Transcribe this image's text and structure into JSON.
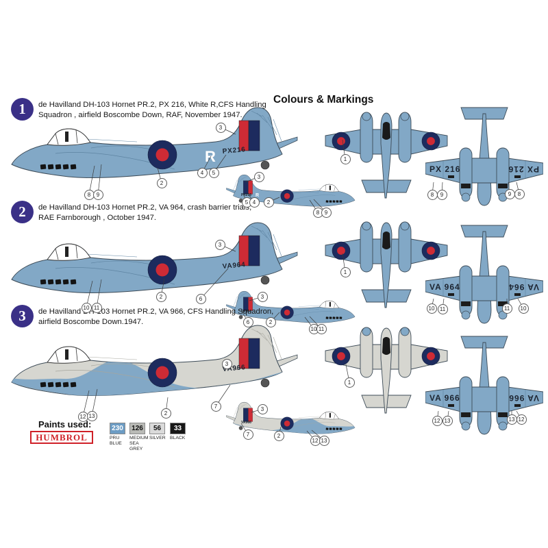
{
  "title": "Colours & Markings",
  "badge_color": "#3a3087",
  "colors": {
    "airframe_blue": "#82a8c6",
    "grey": "#d6d6d0",
    "outline": "#3c4a56",
    "panel_blue": "#5e84a2",
    "panel_grey": "#a6a69e",
    "roundel_blue": "#1d2b5e",
    "roundel_red": "#ce2b35",
    "flash_red": "#ce2b35",
    "flash_blue": "#1d2b5e",
    "canopy_dark": "#1a1a1a",
    "serial_dark": "#1c2430"
  },
  "schemes": [
    {
      "number": "1",
      "lines": [
        "de Havilland DH-103 Hornet PR.2, PX 216, White R,CFS Handling",
        "Squadron , airfield Boscombe Down, RAF, November 1947."
      ],
      "serial": "PX216",
      "code_letter": "R",
      "underside": "PX 216",
      "upper": "#82a8c6",
      "belly": "#82a8c6",
      "two_tone": false,
      "callouts": [
        [
          "3",
          322,
          186,
          344,
          196
        ],
        [
          "2",
          236,
          267,
          230,
          245
        ],
        [
          "4",
          295,
          252,
          308,
          228
        ],
        [
          "5",
          312,
          252,
          330,
          226
        ],
        [
          "8",
          130,
          284,
          138,
          242
        ],
        [
          "9",
          143,
          284,
          148,
          240
        ],
        [
          "3",
          378,
          258,
          358,
          266
        ],
        [
          "5",
          360,
          295,
          355,
          283
        ],
        [
          "4",
          371,
          295,
          362,
          283
        ],
        [
          "2",
          392,
          295,
          408,
          288
        ],
        [
          "8",
          464,
          310,
          452,
          292
        ],
        [
          "9",
          476,
          310,
          458,
          291
        ],
        [
          "1",
          504,
          232,
          500,
          204
        ],
        [
          "8",
          631,
          284,
          633,
          266
        ],
        [
          "9",
          645,
          284,
          646,
          266
        ],
        [
          "9",
          744,
          283,
          742,
          266
        ],
        [
          "8",
          758,
          283,
          754,
          266
        ]
      ]
    },
    {
      "number": "2",
      "lines": [
        "de Havilland DH-103 Hornet PR.2, VA 964,  crash barrier trials,",
        "RAE Farnborough , October 1947."
      ],
      "serial": "VA964",
      "code_letter": "",
      "underside": "VA 964",
      "upper": "#82a8c6",
      "belly": "#82a8c6",
      "two_tone": false,
      "callouts": [
        [
          "3",
          321,
          357,
          344,
          367
        ],
        [
          "6",
          293,
          436,
          333,
          392
        ],
        [
          "2",
          235,
          433,
          240,
          407
        ],
        [
          "10",
          126,
          449,
          135,
          410
        ],
        [
          "11",
          141,
          449,
          148,
          408
        ],
        [
          "3",
          383,
          433,
          364,
          439
        ],
        [
          "6",
          362,
          470,
          352,
          453
        ],
        [
          "2",
          395,
          470,
          408,
          456
        ],
        [
          "10",
          458,
          480,
          445,
          463
        ],
        [
          "11",
          469,
          480,
          452,
          462
        ],
        [
          "1",
          504,
          397,
          500,
          370
        ],
        [
          "10",
          630,
          450,
          633,
          436
        ],
        [
          "11",
          646,
          451,
          648,
          436
        ],
        [
          "11",
          740,
          450,
          740,
          436
        ],
        [
          "10",
          764,
          450,
          756,
          436
        ]
      ]
    },
    {
      "number": "3",
      "lines": [
        "de Havilland DH-103 Hornet PR.2, VA 966, CFS Handling Squadron,",
        "airfield Boscombe Down.1947."
      ],
      "serial": "VA966",
      "code_letter": "",
      "underside": "VA 966",
      "upper": "#d6d6d0",
      "belly": "#82a8c6",
      "two_tone": true,
      "callouts": [
        [
          "3",
          331,
          531,
          347,
          540
        ],
        [
          "7",
          315,
          593,
          336,
          562
        ],
        [
          "2",
          242,
          603,
          245,
          580
        ],
        [
          "12",
          121,
          608,
          130,
          570
        ],
        [
          "13",
          134,
          607,
          142,
          568
        ],
        [
          "3",
          383,
          597,
          367,
          602
        ],
        [
          "7",
          362,
          634,
          352,
          618
        ],
        [
          "2",
          407,
          636,
          410,
          623
        ],
        [
          "12",
          460,
          643,
          448,
          629
        ],
        [
          "13",
          473,
          643,
          455,
          628
        ],
        [
          "1",
          510,
          558,
          505,
          532
        ],
        [
          "12",
          638,
          614,
          640,
          600
        ],
        [
          "13",
          653,
          614,
          655,
          600
        ],
        [
          "13",
          747,
          612,
          747,
          600
        ],
        [
          "12",
          761,
          612,
          754,
          600
        ]
      ]
    }
  ],
  "paints": {
    "label": "Paints used:",
    "brand": "HUMBROL",
    "swatches": [
      {
        "code": "230",
        "name": "PRU BLUE",
        "color": "#6c9cc4",
        "text": "#ffffff"
      },
      {
        "code": "126",
        "name": "MEDIUM SEA GREY",
        "color": "#b9bab6",
        "text": "#111111"
      },
      {
        "code": "56",
        "name": "SILVER",
        "color": "#dadada",
        "text": "#111111"
      },
      {
        "code": "33",
        "name": "BLACK",
        "color": "#161616",
        "text": "#ffffff"
      }
    ]
  }
}
